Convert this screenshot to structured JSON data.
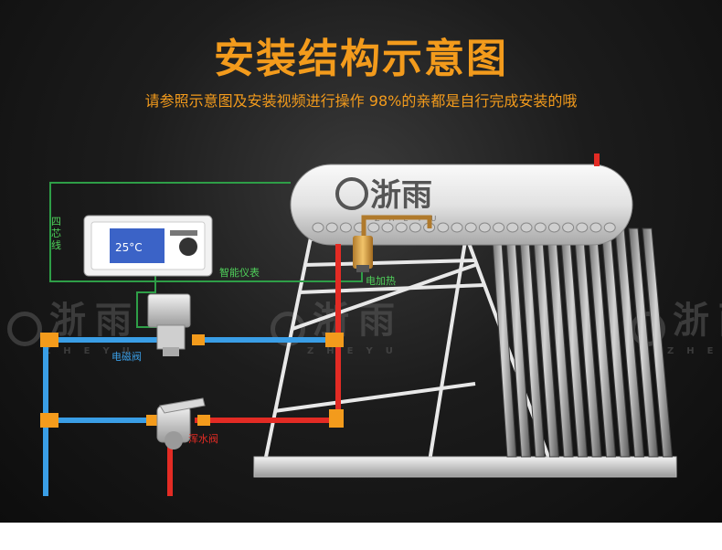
{
  "header": {
    "title": "安装结构示意图",
    "subtitle": "请参照示意图及安装视频进行操作 98%的亲都是自行完成安装的哦"
  },
  "brand": {
    "name": "浙雨",
    "pinyin": "ZHEYU"
  },
  "labels": {
    "four_core_wire": "四芯线",
    "smart_meter": "智能仪表",
    "electric_heater": "电加热",
    "solenoid_valve": "电磁阀",
    "mixing_valve": "浑水阀"
  },
  "controller": {
    "screen_temp": "25°C"
  },
  "colors": {
    "accent": "#f39b1c",
    "hot_pipe": "#e32b24",
    "cold_pipe": "#3a9ee6",
    "wire": "#2e9e47",
    "label_green": "#4fcf5a",
    "label_blue": "#3a9ee6",
    "label_red": "#e32b24"
  }
}
